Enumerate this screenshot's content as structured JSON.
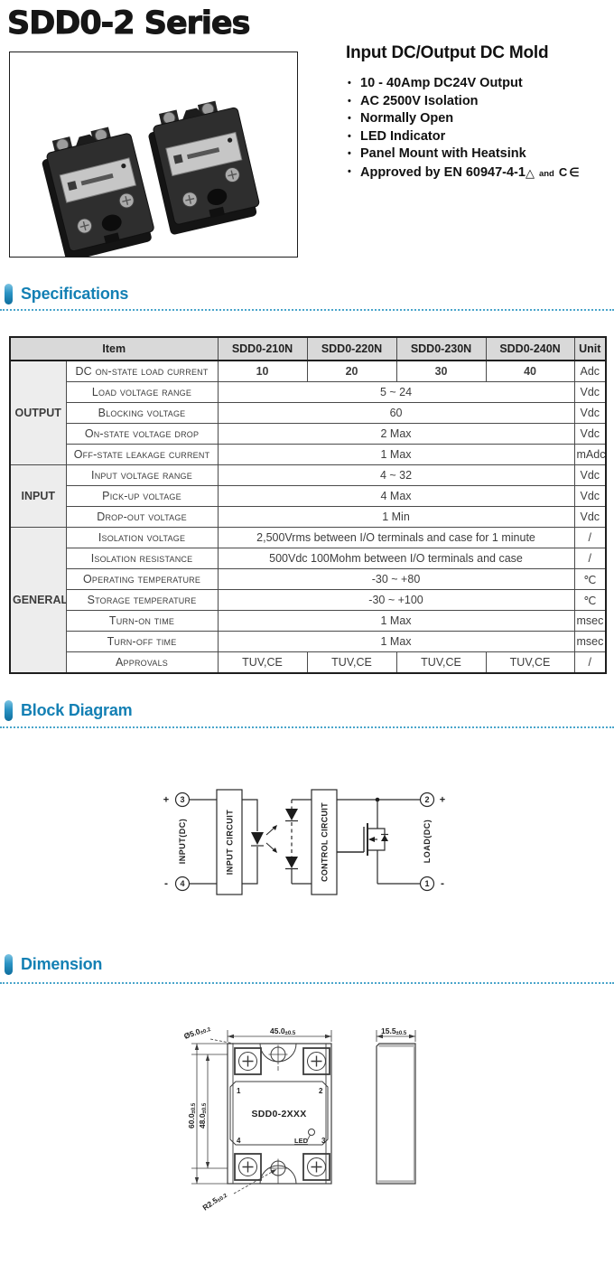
{
  "colors": {
    "accent_blue": "#1480b4",
    "dot_blue": "#4aa5cb",
    "highlight_yellow": "#d8d22b",
    "header_gray": "#d9d9d9"
  },
  "page": {
    "title": "SDD0-2 Series"
  },
  "intro": {
    "heading": "Input DC/Output DC Mold",
    "bullets": [
      "10 - 40Amp DC24V Output",
      "AC 2500V Isolation",
      "Normally Open",
      "LED Indicator",
      "Panel Mount with Heatsink"
    ],
    "approved": {
      "text": "Approved by EN 60947-4-1",
      "tuv_mark": "△",
      "conj": "and",
      "ce_mark": "C∈"
    }
  },
  "sections": {
    "specifications": "Specifications",
    "block_diagram": "Block Diagram",
    "dimension": "Dimension"
  },
  "spec_table": {
    "header": {
      "item": "Item",
      "models": [
        "SDD0-210N",
        "SDD0-220N",
        "SDD0-230N",
        "SDD0-240N"
      ],
      "unit": "Unit"
    },
    "groups": {
      "output": "OUTPUT",
      "input": "INPUT",
      "general": "GENERAL"
    },
    "rows": {
      "load_current": {
        "label": "DC on-state load current",
        "values": [
          "10",
          "20",
          "30",
          "40"
        ],
        "unit": "Adc"
      },
      "load_voltage": {
        "label": "Load voltage range",
        "value": "5 ~ 24",
        "unit": "Vdc"
      },
      "blocking_voltage": {
        "label": "Blocking voltage",
        "value": "60",
        "unit": "Vdc"
      },
      "voltage_drop": {
        "label": "On-state voltage drop",
        "value": "2 Max",
        "unit": "Vdc"
      },
      "leakage_current": {
        "label": "Off-state leakage current",
        "value": "1 Max",
        "unit": "mAdc"
      },
      "input_voltage": {
        "label": "Input voltage range",
        "value": "4 ~ 32",
        "unit": "Vdc"
      },
      "pickup_voltage": {
        "label": "Pick-up voltage",
        "value": "4 Max",
        "unit": "Vdc"
      },
      "dropout_voltage": {
        "label": "Drop-out voltage",
        "value": "1 Min",
        "unit": "Vdc"
      },
      "isolation_voltage": {
        "label": "Isolation voltage",
        "value": "2,500Vrms between I/O terminals and case for 1 minute",
        "unit": "/"
      },
      "isolation_resistance": {
        "label": "Isolation resistance",
        "value": "500Vdc 100Mohm between I/O terminals and case",
        "unit": "/"
      },
      "operating_temp": {
        "label": "Operating temperature",
        "value": "-30 ~ +80",
        "unit": "℃"
      },
      "storage_temp": {
        "label": "Storage temperature",
        "value": "-30 ~ +100",
        "unit": "℃"
      },
      "turn_on": {
        "label": "Turn-on time",
        "value": "1 Max",
        "unit": "msec"
      },
      "turn_off": {
        "label": "Turn-off time",
        "value": "1 Max",
        "unit": "msec"
      },
      "approvals": {
        "label": "Approvals",
        "values": [
          "TUV,CE",
          "TUV,CE",
          "TUV,CE",
          "TUV,CE"
        ],
        "unit": "/"
      }
    }
  },
  "block": {
    "input_circuit": "INPUT CIRCUIT",
    "control_circuit": "CONTROL CIRCUIT",
    "input_label": "INPUT(DC)",
    "load_label": "LOAD(DC)",
    "t1": "1",
    "t2": "2",
    "t3": "3",
    "t4": "4",
    "plus": "+",
    "minus": "-"
  },
  "dimension": {
    "model": "SDD0-2XXX",
    "led": "LED",
    "p1": "1",
    "p2": "2",
    "p3": "3",
    "p4": "4",
    "width_main": "45.0",
    "width_tol": "±0.5",
    "depth_main": "15.5",
    "depth_tol": "±0.5",
    "height_main": "60.0",
    "height_tol": "±0.5",
    "pitch_main": "48.0",
    "pitch_tol": "±0.5",
    "hole_main": "Ø5.0",
    "hole_tol": "±0.2",
    "radius_main": "R2.5",
    "radius_tol": "±0.2"
  }
}
